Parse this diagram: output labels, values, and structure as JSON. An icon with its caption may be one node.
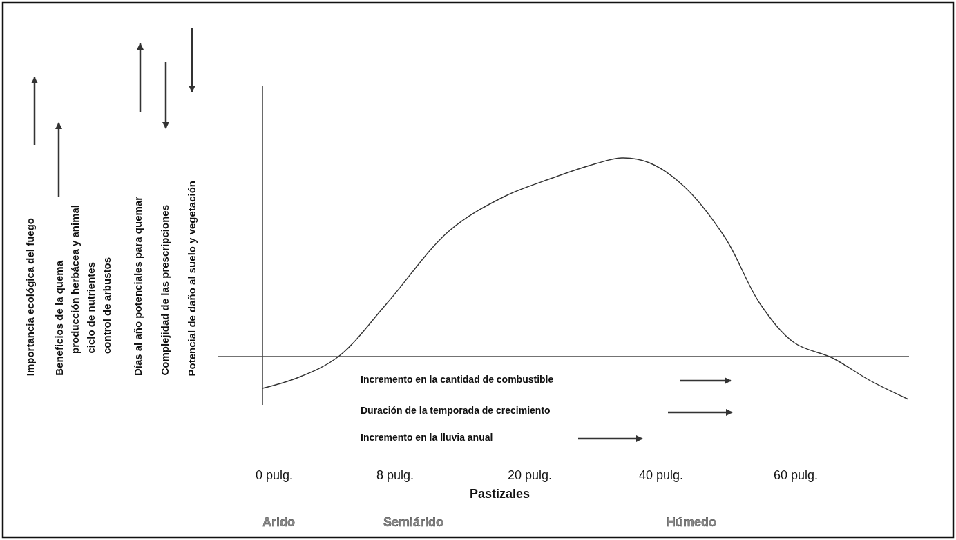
{
  "diagram": {
    "labels": [
      "Importancia ecológica del fuego",
      "Beneficios de la quema",
      "producción herbácea y animal",
      "ciclo de nutrientes",
      "control de arbustos",
      "Días al año potenciales para quemar",
      "Complejidad de las prescripciones",
      "Potencial de daño al suelo y vegetación",
      "Incremento en la cantidad de combustible",
      "Duración de la temporada de crecimiento",
      "Incremento en la lluvia anual",
      "0 pulg.",
      "8 pulg.",
      "20 pulg.",
      "40 pulg.",
      "60 pulg.",
      "Pastizales",
      "Arido",
      "Semiárido",
      "Húmedo"
    ]
  }
}
